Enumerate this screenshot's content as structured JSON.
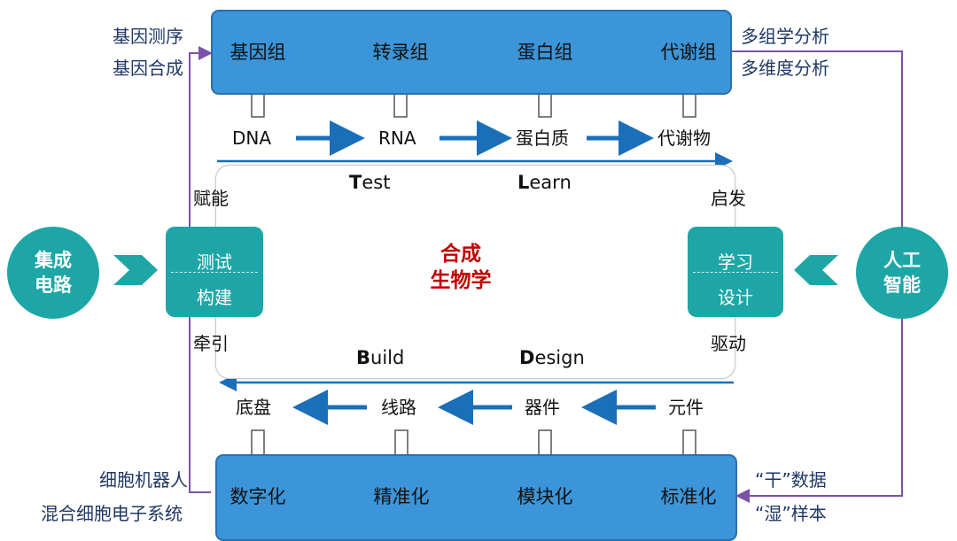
{
  "top_panel": {
    "items": [
      "基因组",
      "转录组",
      "蛋白组",
      "代谢组"
    ]
  },
  "top_left_labels": [
    "基因测序",
    "基因合成"
  ],
  "top_right_labels": [
    "多组学分析",
    "多维度分析"
  ],
  "flow_top": [
    "DNA",
    "RNA",
    "蛋白质",
    "代谢物"
  ],
  "cycle": {
    "center_line1": "合成",
    "center_line2": "生物学",
    "test": {
      "initial": "T",
      "rest": "est"
    },
    "learn": {
      "initial": "L",
      "rest": "earn"
    },
    "build": {
      "initial": "B",
      "rest": "uild"
    },
    "design": {
      "initial": "D",
      "rest": "esign"
    },
    "colors": {
      "test": "#2a7fc0",
      "learn": "#3b95d8",
      "design": "#1aa5a5",
      "build": "#6aa84f"
    }
  },
  "left": {
    "circle_line1": "集成",
    "circle_line2": "电路",
    "box_top": "测试",
    "box_bottom": "构建",
    "above": "赋能",
    "below": "牵引"
  },
  "right": {
    "circle_line1": "人工",
    "circle_line2": "智能",
    "box_top": "学习",
    "box_bottom": "设计",
    "above": "启发",
    "below": "驱动"
  },
  "flow_bottom": [
    "底盘",
    "线路",
    "器件",
    "元件"
  ],
  "bottom_panel": {
    "items": [
      "数字化",
      "精准化",
      "模块化",
      "标准化"
    ]
  },
  "bottom_left_labels": [
    "细胞机器人",
    "混合细胞电子系统"
  ],
  "bottom_right_labels": [
    "“干”数据",
    "“湿”样本"
  ],
  "colors": {
    "panel_blue": "#3b95d8",
    "teal": "#1ea6a6",
    "arrow_blue": "#1a6fb8",
    "connector_purple": "#7b52a8",
    "center_red": "#c00000"
  }
}
